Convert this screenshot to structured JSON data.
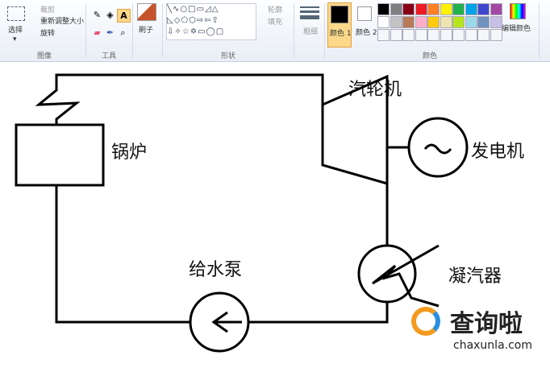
{
  "ribbon": {
    "image": {
      "select": "选择",
      "crop": "裁剪",
      "resize": "重新调整大小",
      "rotate": "旋转",
      "label": "图像"
    },
    "tools": {
      "label": "工具"
    },
    "brush": {
      "label": "刷子"
    },
    "shapes": {
      "outline": "轮廓",
      "fill": "填充",
      "label": "形状"
    },
    "size": {
      "label": "粗细"
    },
    "colors": {
      "color1": "颜色 1",
      "color2": "颜色 2",
      "edit": "编辑颜色",
      "label": "颜色",
      "color1_value": "#000000",
      "color2_value": "#ffffff",
      "palette": [
        "#000000",
        "#7f7f7f",
        "#880015",
        "#ed1c24",
        "#ff7f27",
        "#fff200",
        "#22b14c",
        "#00a2e8",
        "#3f48cc",
        "#a349a4",
        "#ffffff",
        "#c3c3c3",
        "#b97a57",
        "#ffaec9",
        "#ffc90e",
        "#efe4b0",
        "#b5e61d",
        "#99d9ea",
        "#7092be",
        "#c8bfe7"
      ]
    }
  },
  "diagram": {
    "boiler": "锅炉",
    "turbine": "汽轮机",
    "generator": "发电机",
    "condenser": "凝汽器",
    "pump": "给水泵"
  },
  "watermark": {
    "name": "查询啦",
    "url": "chaxunla.com"
  }
}
